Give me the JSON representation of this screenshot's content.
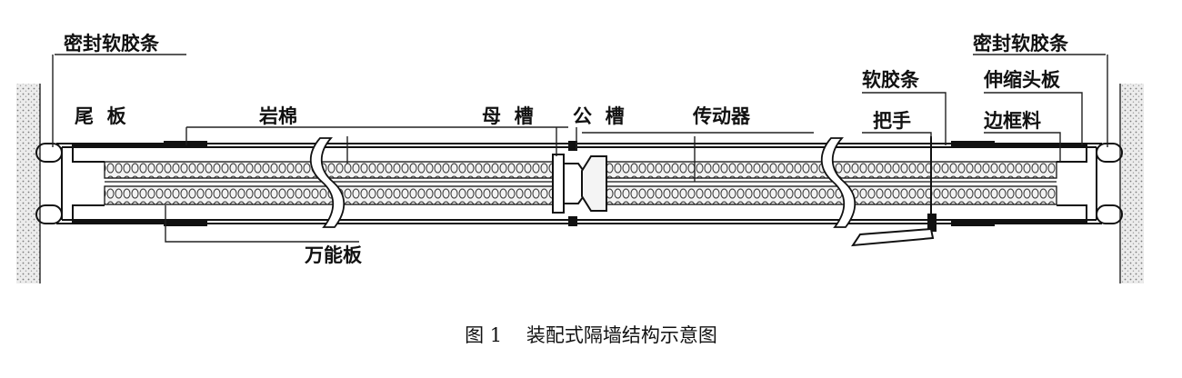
{
  "labels": {
    "seal_left": "密封软胶条",
    "tail_board": "尾  板",
    "rock_wool": "岩棉",
    "female_groove": "母  槽",
    "male_groove": "公  槽",
    "actuator": "传动器",
    "universal_board": "万能板",
    "seal_right": "密封软胶条",
    "soft_strip": "软胶条",
    "handle": "把手",
    "telescopic_board": "伸缩头板",
    "frame_material": "边框料"
  },
  "caption": "图 1    装配式隔墙结构示意图",
  "colors": {
    "ink": "#111111",
    "wall": "#e6e6e6",
    "core": "#d9d9d9"
  }
}
